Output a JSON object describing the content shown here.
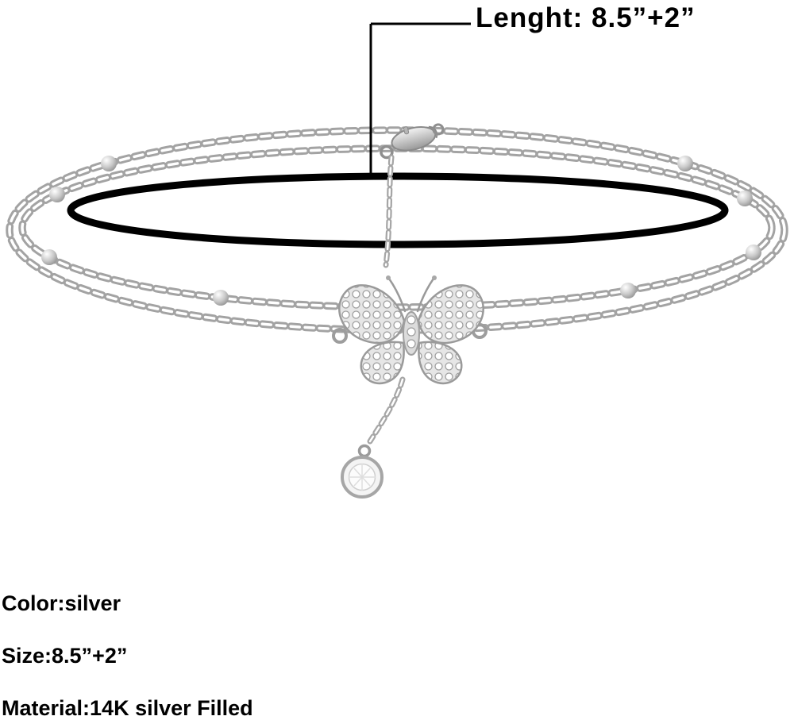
{
  "annotation": {
    "length_label": "Lenght: 8.5”+2”"
  },
  "specs": [
    {
      "label": "Color:silver"
    },
    {
      "label": "Size:8.5”+2”"
    },
    {
      "label": "Material:14K silver Filled"
    }
  ],
  "illustration": {
    "subject": "layered silver anklet with beaded chain, lobster clasp, rhinestone butterfly pendant and crystal drop",
    "parts": [
      "cable-chain-strand",
      "beaded-chain-strand",
      "measuring-cord",
      "lobster-clasp",
      "extender-chain",
      "butterfly-pendant",
      "crystal-drop"
    ],
    "colors": {
      "silver": "#c0c0c0",
      "silver_dark": "#8f8f8f",
      "silver_light": "#f0f0f0",
      "cord_black": "#000000",
      "text_black": "#000000",
      "background": "#ffffff"
    }
  }
}
